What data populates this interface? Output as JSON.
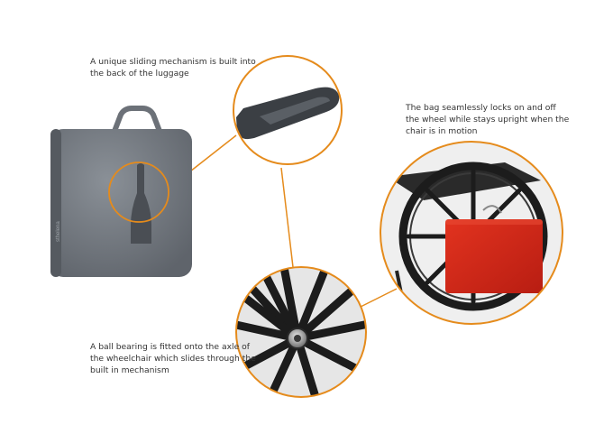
{
  "captions": {
    "sliding_mechanism": "A unique sliding mechanism is built into\nthe back of the luggage",
    "wheel_lock": "The bag seamlessly locks on and off\nthe wheel while stays upright when the\nchair is in motion",
    "ball_bearing": "A ball bearing is fitted onto the axle of\nthe wheelchair which slides through the\nbuilt in mechanism"
  },
  "product": {
    "brand_text": "sthelena"
  },
  "colors": {
    "accent": "#e58b1c",
    "case_gray": "#7a7f86",
    "case_red": "#d42a1c",
    "wheel_black": "#1c1c1c"
  }
}
